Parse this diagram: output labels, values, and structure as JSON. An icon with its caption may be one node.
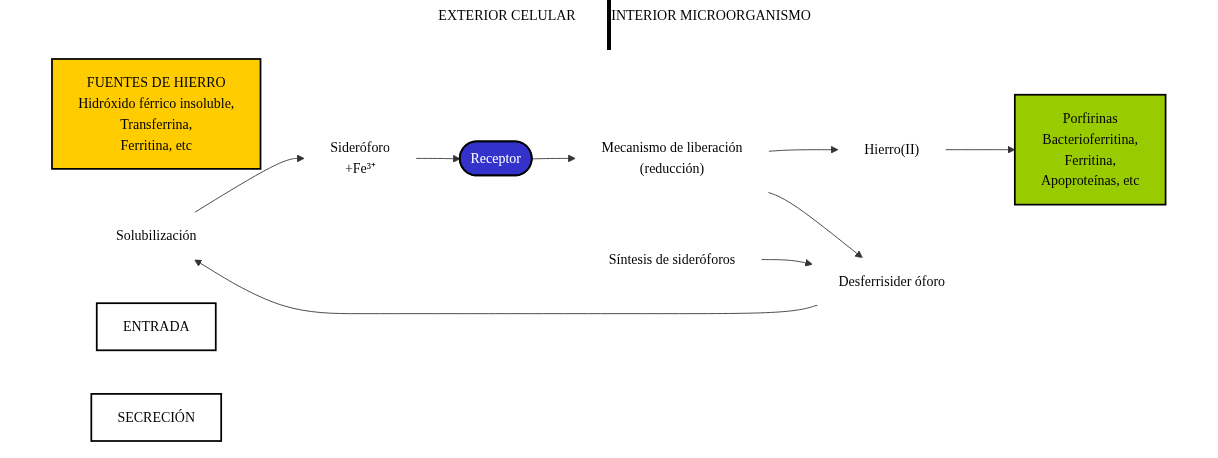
{
  "diagram": {
    "nodes": [
      {
        "text": [
          "FUENTES DE HIERRO",
          "Hidróxido férrico insoluble,",
          "Transferrina,",
          "Ferritina, etc"
        ]
      },
      {
        "text": [
          "Solubilización"
        ]
      },
      {
        "text": [
          "Sideróforo",
          "+Fe³⁺"
        ]
      },
      {
        "text": [
          "Receptor"
        ]
      },
      {
        "text": [
          "ENTRADA"
        ]
      },
      {
        "text": [
          "SECRECIÓN"
        ]
      },
      {
        "text": [
          "Mecanismo de liberación",
          "(reducción)"
        ]
      },
      {
        "text": [
          "Hierro(II)"
        ]
      },
      {
        "text": [
          "Porfirinas",
          "Bacterioferritina,",
          "Ferritina,",
          "Apoproteínas, etc"
        ]
      },
      {
        "text": [
          "Desferrisider óforo"
        ]
      },
      {
        "text": [
          "Síntesis de sideróforos"
        ]
      }
    ],
    "edges": [
      {
        "from": 9,
        "to": 1,
        "arrow": "to"
      },
      {
        "from": 1,
        "to": 2,
        "arrow": "to"
      },
      {
        "from": 2,
        "to": 3,
        "arrow": "to"
      },
      {
        "from": 3,
        "to": 6,
        "arrow": "to"
      },
      {
        "from": 6,
        "to": 7,
        "arrow": "to"
      },
      {
        "from": 7,
        "to": 8,
        "arrow": "to"
      },
      {
        "from": 6,
        "to": 9,
        "arrow": "to"
      },
      {
        "from": 10,
        "to": 9,
        "arrow": "to"
      }
    ],
    "labels": [
      "EXTERIOR CELULAR",
      "INTERIOR MICROORGANISMO"
    ]
  }
}
